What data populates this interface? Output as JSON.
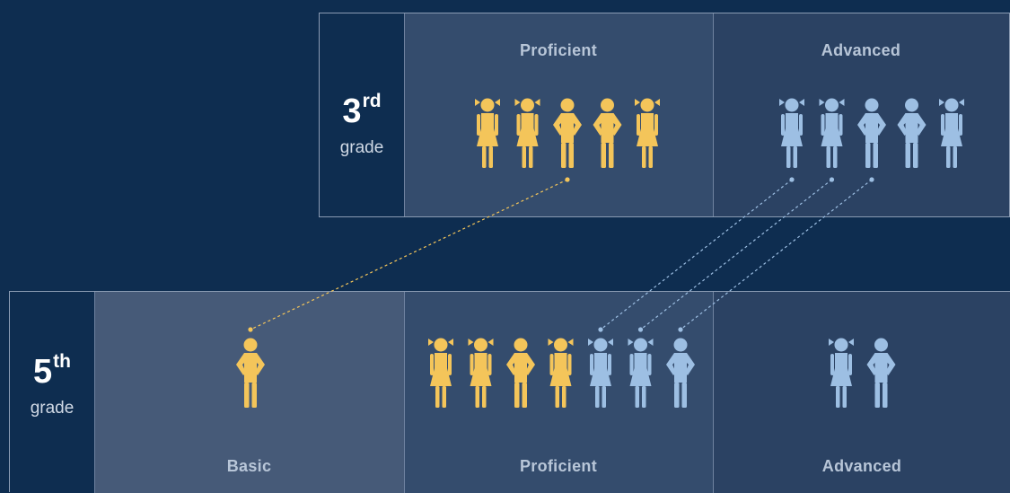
{
  "colors": {
    "background": "#0e2d50",
    "proficient_yellow": "#f4c55a",
    "advanced_blue": "#9dbfe3",
    "cell_basic": "#465a78",
    "cell_proficient": "#344c6d",
    "cell_advanced": "#2b4263",
    "frame": "#8a9bb3"
  },
  "grade3": {
    "grade_number": "3",
    "grade_suffix": "rd",
    "grade_word": "grade",
    "levels": [
      {
        "label": "Proficient",
        "figures": [
          "girl",
          "girl",
          "boy",
          "boy",
          "girl"
        ],
        "color": "yellow"
      },
      {
        "label": "Advanced",
        "figures": [
          "girl",
          "girl",
          "boy",
          "boy",
          "girl"
        ],
        "color": "blue"
      }
    ]
  },
  "grade5": {
    "grade_number": "5",
    "grade_suffix": "th",
    "grade_word": "grade",
    "levels": [
      {
        "label": "Basic",
        "figures": [
          {
            "type": "boy",
            "color": "yellow"
          }
        ]
      },
      {
        "label": "Proficient",
        "figures": [
          {
            "type": "girl",
            "color": "yellow"
          },
          {
            "type": "girl",
            "color": "yellow"
          },
          {
            "type": "boy",
            "color": "yellow"
          },
          {
            "type": "girl",
            "color": "yellow"
          },
          {
            "type": "girl",
            "color": "blue"
          },
          {
            "type": "girl",
            "color": "blue"
          },
          {
            "type": "boy",
            "color": "blue"
          }
        ]
      },
      {
        "label": "Advanced",
        "figures": [
          {
            "type": "girl",
            "color": "blue"
          },
          {
            "type": "boy",
            "color": "blue"
          }
        ]
      }
    ]
  },
  "transitions": [
    {
      "from": "3rd-proficient-3",
      "to": "5th-basic-1",
      "color": "yellow"
    },
    {
      "from": "3rd-advanced-1",
      "to": "5th-proficient-5",
      "color": "blue"
    },
    {
      "from": "3rd-advanced-2",
      "to": "5th-proficient-6",
      "color": "blue"
    },
    {
      "from": "3rd-advanced-3",
      "to": "5th-proficient-7",
      "color": "blue"
    }
  ]
}
